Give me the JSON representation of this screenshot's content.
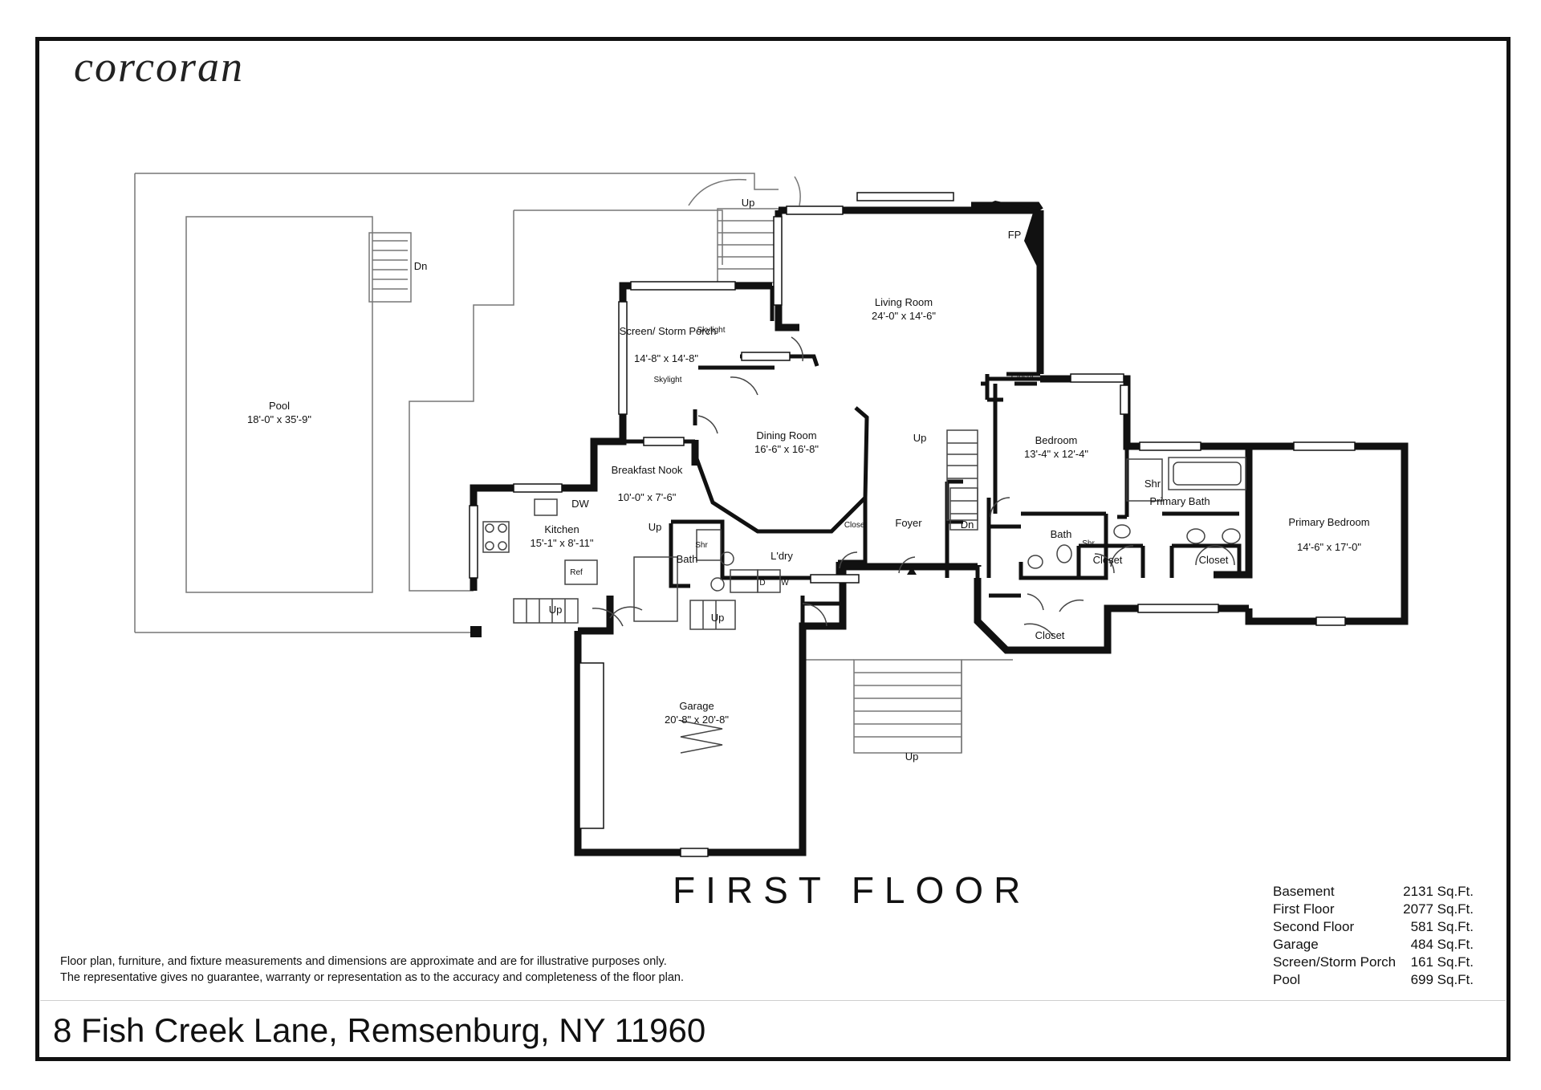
{
  "brand": {
    "logo_text": "corcoran"
  },
  "floor_title": "FIRST FLOOR",
  "rooms": [
    {
      "name": "Pool",
      "dims": "18'-0\" x 35'-9\""
    },
    {
      "name": "Screen/ Storm Porch",
      "dims": "14'-8\" x 14'-8\""
    },
    {
      "name": "Living Room",
      "dims": "24'-0\" x 14'-6\""
    },
    {
      "name": "Dining Room",
      "dims": "16'-6\" x 16'-8\""
    },
    {
      "name": "Breakfast Nook",
      "dims": "10'-0\" x 7'-6\""
    },
    {
      "name": "Kitchen",
      "dims": "15'-1\" x 8'-11\""
    },
    {
      "name": "Bedroom",
      "dims": "13'-4\" x 12'-4\""
    },
    {
      "name": "Primary Bedroom",
      "dims": "14'-6\" x 17'-0\""
    },
    {
      "name": "Garage",
      "dims": "20'-8\" x 20'-8\""
    }
  ],
  "labels": {
    "up": "Up",
    "dn": "Dn",
    "fp": "FP",
    "closet": "Closet",
    "foyer": "Foyer",
    "laundry": "L'dry",
    "bath": "Bath",
    "shr": "Shr",
    "dw": "DW",
    "ref": "Ref",
    "d": "D",
    "w": "W",
    "skylight": "Skylight",
    "primary_bath": "Primary Bath"
  },
  "disclaimer": [
    "Floor plan, furniture, and fixture measurements and dimensions are approximate and are for illustrative purposes only.",
    "The representative gives no guarantee, warranty or representation as to the accuracy and completeness of the floor plan."
  ],
  "area_summary": [
    {
      "label": "Basement",
      "value": "2131 Sq.Ft."
    },
    {
      "label": "First Floor",
      "value": "2077 Sq.Ft."
    },
    {
      "label": "Second Floor",
      "value": "581 Sq.Ft."
    },
    {
      "label": "Garage",
      "value": "484 Sq.Ft."
    },
    {
      "label": "Screen/Storm Porch",
      "value": "161 Sq.Ft."
    },
    {
      "label": "Pool",
      "value": "699 Sq.Ft."
    }
  ],
  "address": "8 Fish Creek Lane, Remsenburg, NY 11960"
}
